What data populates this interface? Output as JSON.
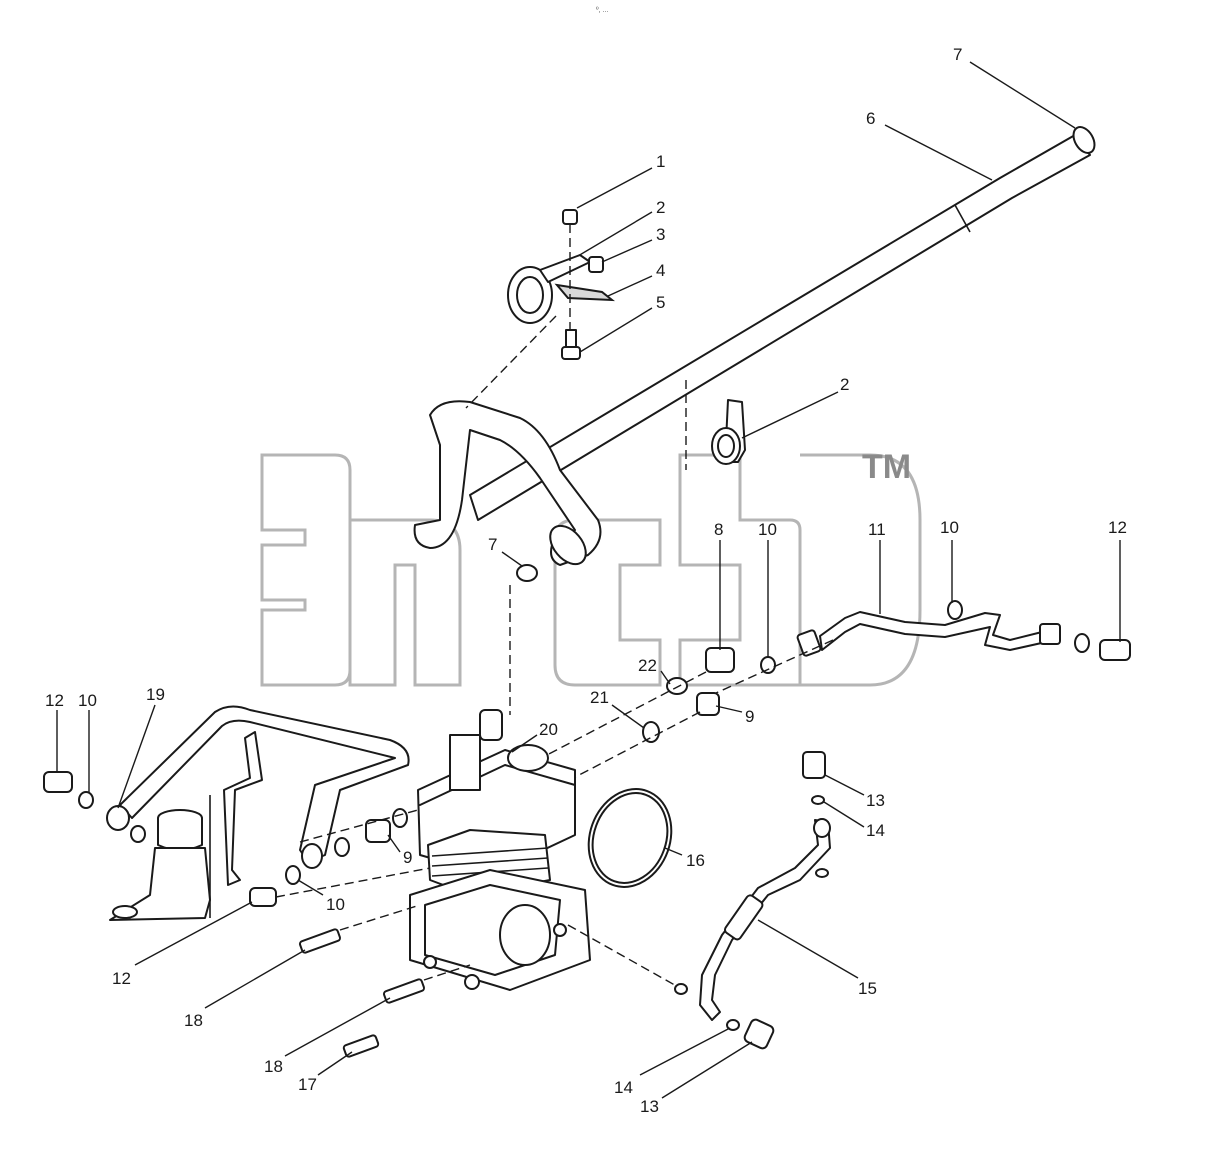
{
  "header_mark": "º, ...",
  "watermark": {
    "logo_text": "эпсэ",
    "trademark": "TM"
  },
  "callouts": [
    {
      "id": "c1",
      "text": "1"
    },
    {
      "id": "c2a",
      "text": "2"
    },
    {
      "id": "c3",
      "text": "3"
    },
    {
      "id": "c4",
      "text": "4"
    },
    {
      "id": "c5",
      "text": "5"
    },
    {
      "id": "c6",
      "text": "6"
    },
    {
      "id": "c7a",
      "text": "7"
    },
    {
      "id": "c2b",
      "text": "2"
    },
    {
      "id": "c7b",
      "text": "7"
    },
    {
      "id": "c8",
      "text": "8"
    },
    {
      "id": "c10a",
      "text": "10"
    },
    {
      "id": "c11",
      "text": "11"
    },
    {
      "id": "c10b",
      "text": "10"
    },
    {
      "id": "c12a",
      "text": "12"
    },
    {
      "id": "c22",
      "text": "22"
    },
    {
      "id": "c21",
      "text": "21"
    },
    {
      "id": "c9a",
      "text": "9"
    },
    {
      "id": "c20",
      "text": "20"
    },
    {
      "id": "c12b",
      "text": "12"
    },
    {
      "id": "c10c",
      "text": "10"
    },
    {
      "id": "c19",
      "text": "19"
    },
    {
      "id": "c13a",
      "text": "13"
    },
    {
      "id": "c14a",
      "text": "14"
    },
    {
      "id": "c16",
      "text": "16"
    },
    {
      "id": "c9b",
      "text": "9"
    },
    {
      "id": "c10d",
      "text": "10"
    },
    {
      "id": "c12c",
      "text": "12"
    },
    {
      "id": "c15",
      "text": "15"
    },
    {
      "id": "c18a",
      "text": "18"
    },
    {
      "id": "c18b",
      "text": "18"
    },
    {
      "id": "c17",
      "text": "17"
    },
    {
      "id": "c14b",
      "text": "14"
    },
    {
      "id": "c13b",
      "text": "13"
    }
  ]
}
